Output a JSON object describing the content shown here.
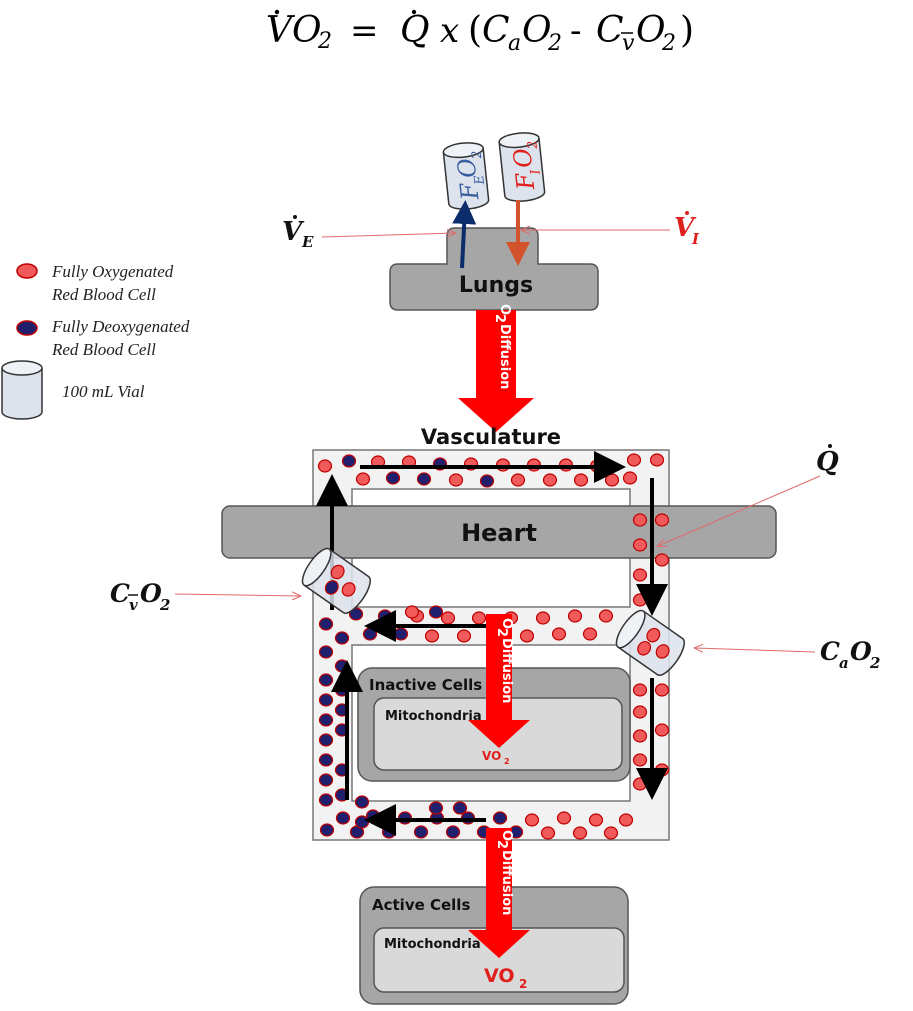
{
  "equation": {
    "lhs_symbol": "V",
    "lhs_sub": "O",
    "lhs_sub_num": "2",
    "equals": "=",
    "q_symbol": "Q",
    "times": "x",
    "open_paren": "(",
    "ca_c": "C",
    "ca_sub": "a",
    "ca_o": "O",
    "ca_num": "2",
    "minus": "-",
    "cv_c": "C",
    "cv_sub": "v",
    "cv_o": "O",
    "cv_num": "2",
    "close_paren": ")"
  },
  "legend": {
    "oxygenated_line1": "Fully Oxygenated",
    "oxygenated_line2": "Red Blood Cell",
    "deoxygenated_line1": "Fully Deoxygenated",
    "deoxygenated_line2": "Red Blood Cell",
    "vial_label": "100 mL Vial"
  },
  "labels": {
    "ve_symbol": "V",
    "ve_sub": "E",
    "vi_symbol": "V",
    "vi_sub": "I",
    "fe_f": "F",
    "fe_sub": "E",
    "fe_o": "O",
    "fe_num": "2",
    "fi_f": "F",
    "fi_sub": "I",
    "fi_o": "O",
    "fi_num": "2",
    "lungs": "Lungs",
    "vasculature": "Vasculature",
    "heart": "Heart",
    "q_symbol": "Q",
    "cv_c": "C",
    "cv_sub": "v",
    "cv_o": "O",
    "cv_num": "2",
    "ca_c": "C",
    "ca_sub": "a",
    "ca_o": "O",
    "ca_num": "2",
    "diffusion_o": "O",
    "diffusion_num": "2",
    "diffusion_word": "Diffusion",
    "inactive_cells": "Inactive Cells",
    "active_cells": "Active Cells",
    "mitochondria": "Mitochondria",
    "vo2_v": "VO",
    "vo2_num": "2"
  },
  "colors": {
    "oxygenated_fill": "#f05a5a",
    "oxygenated_stroke": "#c00000",
    "deoxygenated_fill": "#1f1f6e",
    "deoxygenated_stroke": "#c00000",
    "diffusion_arrow": "#ff0000",
    "expired_arrow": "#0b2d6b",
    "inspired_arrow": "#d2522b",
    "inspired_label": "#e0201c",
    "vial_fill": "#dde3ec"
  }
}
